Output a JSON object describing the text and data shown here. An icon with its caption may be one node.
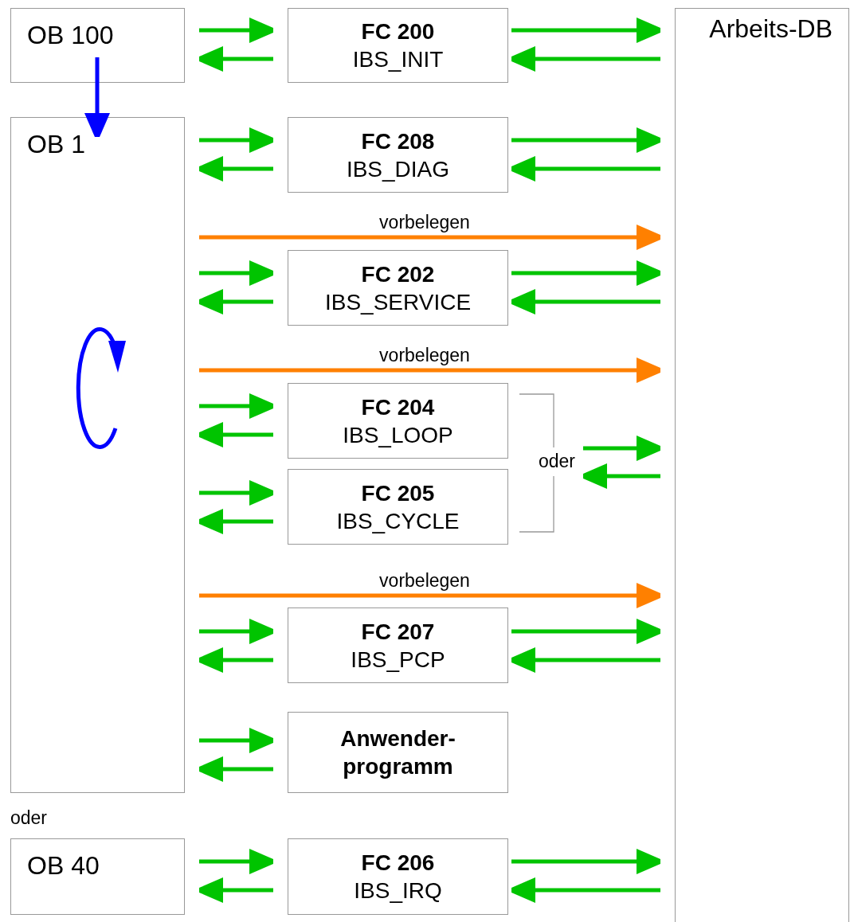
{
  "diagram": {
    "nodes": [
      {
        "text": [
          "OB 100"
        ]
      },
      {
        "text": [
          "OB 1"
        ]
      },
      {
        "text": [
          "OB 40"
        ]
      },
      {
        "text": [
          "FC 200",
          "IBS_INIT"
        ]
      },
      {
        "text": [
          "FC 208",
          "IBS_DIAG"
        ]
      },
      {
        "text": [
          "FC 202",
          "IBS_SERVICE"
        ]
      },
      {
        "text": [
          "FC 204",
          "IBS_LOOP"
        ]
      },
      {
        "text": [
          "FC 205",
          "IBS_CYCLE"
        ]
      },
      {
        "text": [
          "FC 207",
          "IBS_PCP"
        ]
      },
      {
        "text": [
          "Anwender-programm"
        ]
      },
      {
        "text": [
          "FC 206",
          "IBS_IRQ"
        ]
      },
      {
        "text": [
          "Arbeits-DB"
        ]
      },
      {
        "text": [
          "oder"
        ]
      }
    ],
    "edges": [
      {
        "from": 0,
        "to": 3,
        "arrow": "to"
      },
      {
        "from": 3,
        "to": 0,
        "arrow": "to"
      },
      {
        "from": 3,
        "to": 11,
        "arrow": "to"
      },
      {
        "from": 11,
        "to": 3,
        "arrow": "to"
      },
      {
        "from": 1,
        "to": 4,
        "arrow": "to"
      },
      {
        "from": 4,
        "to": 1,
        "arrow": "to"
      },
      {
        "from": 4,
        "to": 11,
        "arrow": "to"
      },
      {
        "from": 11,
        "to": 4,
        "arrow": "to"
      },
      {
        "from": 1,
        "to": 11,
        "arrow": "to",
        "label": "vorbelegen",
        "color": "#ff8000"
      },
      {
        "from": 1,
        "to": 5,
        "arrow": "to"
      },
      {
        "from": 5,
        "to": 1,
        "arrow": "to"
      },
      {
        "from": 5,
        "to": 11,
        "arrow": "to"
      },
      {
        "from": 11,
        "to": 5,
        "arrow": "to"
      },
      {
        "from": 1,
        "to": 11,
        "arrow": "to",
        "label": "vorbelegen",
        "color": "#ff8000"
      },
      {
        "from": 1,
        "to": 6,
        "arrow": "to"
      },
      {
        "from": 6,
        "to": 1,
        "arrow": "to"
      },
      {
        "from": 1,
        "to": 7,
        "arrow": "to"
      },
      {
        "from": 7,
        "to": 1,
        "arrow": "to"
      },
      {
        "from": 12,
        "to": 11,
        "arrow": "to"
      },
      {
        "from": 11,
        "to": 12,
        "arrow": "to"
      },
      {
        "from": 1,
        "to": 11,
        "arrow": "to",
        "label": "vorbelegen",
        "color": "#ff8000"
      },
      {
        "from": 1,
        "to": 8,
        "arrow": "to"
      },
      {
        "from": 8,
        "to": 1,
        "arrow": "to"
      },
      {
        "from": 8,
        "to": 11,
        "arrow": "to"
      },
      {
        "from": 11,
        "to": 8,
        "arrow": "to"
      },
      {
        "from": 1,
        "to": 9,
        "arrow": "to"
      },
      {
        "from": 9,
        "to": 1,
        "arrow": "to"
      },
      {
        "from": 2,
        "to": 10,
        "arrow": "to"
      },
      {
        "from": 10,
        "to": 2,
        "arrow": "to"
      },
      {
        "from": 10,
        "to": 11,
        "arrow": "to"
      },
      {
        "from": 11,
        "to": 10,
        "arrow": "to"
      },
      {
        "from": 0,
        "to": 1,
        "arrow": "to",
        "color": "#0000ff"
      }
    ],
    "labels": [
      "oder"
    ]
  }
}
